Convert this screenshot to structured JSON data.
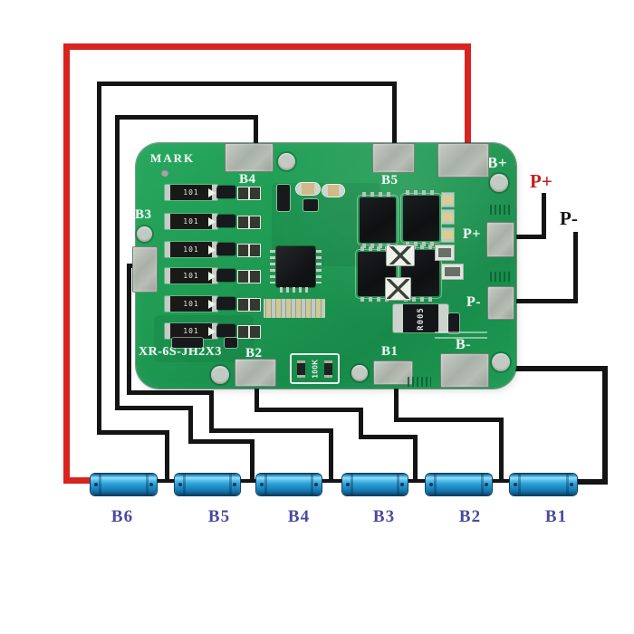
{
  "board": {
    "silkscreen": {
      "mark": "MARK",
      "model": "XR-6S-JH2X3",
      "pads": {
        "b4": "B4",
        "b5": "B5",
        "b_plus": "B+",
        "b3": "B3",
        "p_plus": "P+",
        "p_minus": "P-",
        "b2": "B2",
        "b1": "B1",
        "b_minus": "B-"
      },
      "markings": {
        "balance_resistor": "101",
        "shunt_resistor": "R005",
        "resistor_pack": "100K"
      }
    },
    "balance_rows": 6,
    "colors": {
      "pcb_green": "#1f9b53",
      "pad_gray": "#a9b0a8",
      "silkscreen": "#eef8f1"
    }
  },
  "external_labels": {
    "p_plus": {
      "text": "P+",
      "color": "#c41d1d"
    },
    "p_minus": {
      "text": "P-",
      "color": "#121212"
    }
  },
  "batteries": {
    "labels": [
      "B6",
      "B5",
      "B4",
      "B3",
      "B2",
      "B1"
    ],
    "label_color": "#4a4aa2",
    "body_color": "#2b9fd6"
  },
  "wires": {
    "pack_positive_color": "#d8231f",
    "sense_wire_color": "#141414"
  }
}
